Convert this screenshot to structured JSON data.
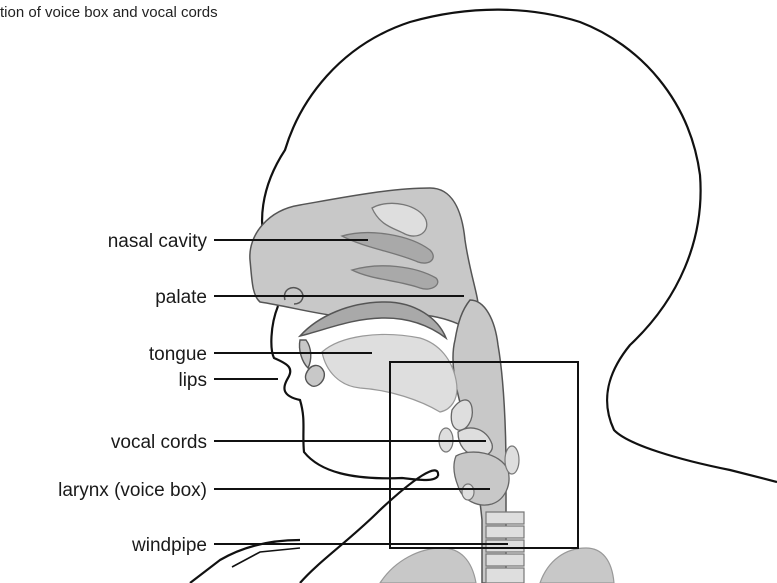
{
  "caption": "tion of voice box and vocal cords",
  "labels": {
    "nasal_cavity": "nasal cavity",
    "palate": "palate",
    "tongue": "tongue",
    "lips": "lips",
    "vocal_cords": "vocal cords",
    "larynx": "larynx (voice box)",
    "windpipe": "windpipe"
  },
  "colors": {
    "outline": "#111111",
    "tissue": "#c8c8c8",
    "tissue_dark": "#a9a9a9",
    "tissue_light": "#dedede"
  }
}
